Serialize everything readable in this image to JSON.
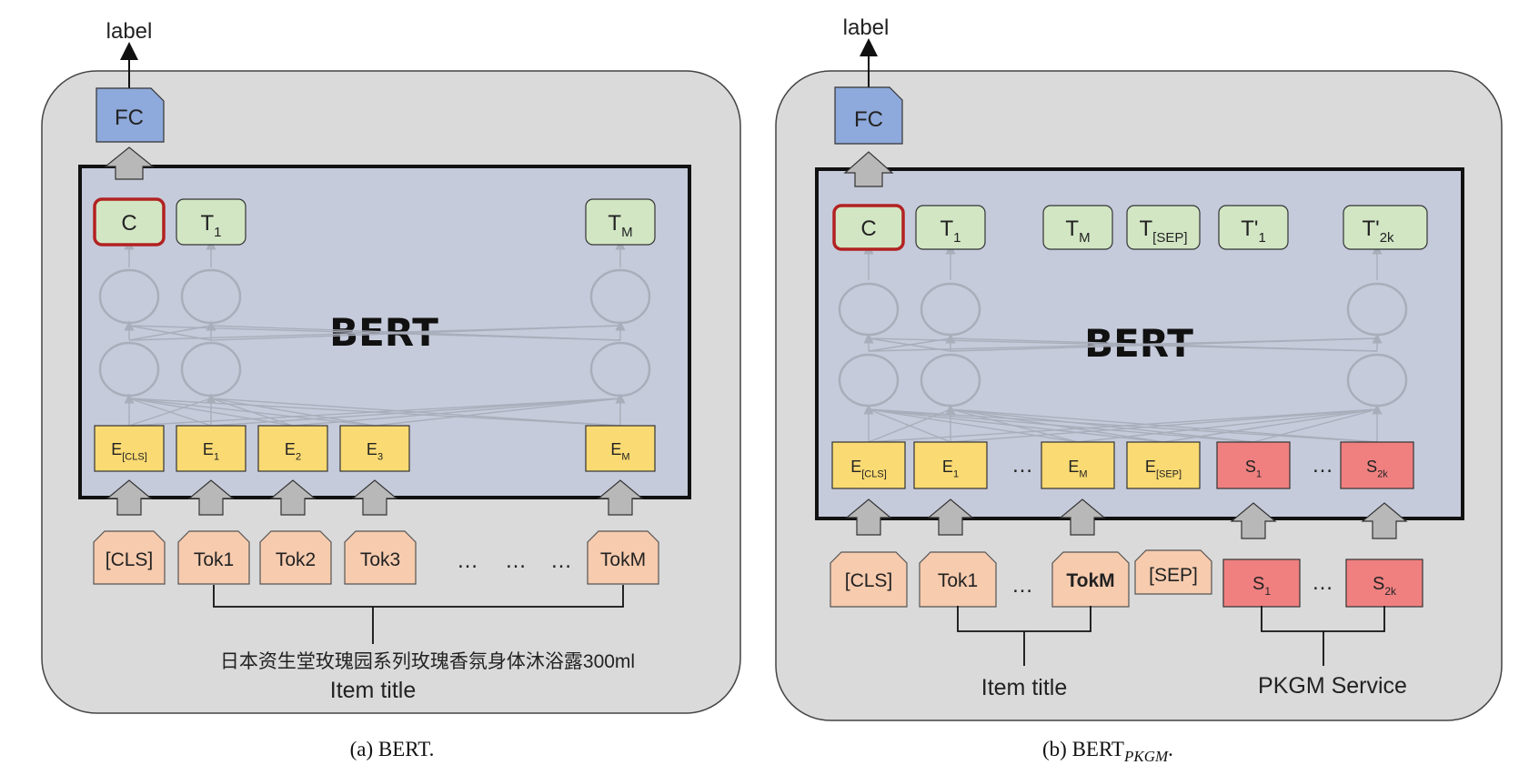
{
  "colors": {
    "panel_bg": "#dadada",
    "bert_bg": "#c6cbdb",
    "fc_fill": "#8ea9db",
    "output_fill": "#d2e6c4",
    "embed_fill": "#fada73",
    "token_fill": "#f7cbae",
    "service_fill": "#f08080",
    "highlight_border": "#b22222",
    "arrow_fill": "#b8b8b8",
    "net_line": "#a9aebb"
  },
  "icons": [
    "pentagon-token-shape",
    "block-arrow-up",
    "neuron-circle"
  ],
  "panel_a": {
    "label": "label",
    "fc": "FC",
    "bert": "BERT",
    "outputs": [
      {
        "main": "C",
        "sub": ""
      },
      {
        "main": "T",
        "sub": "1"
      },
      {
        "main": "T",
        "sub": "M"
      }
    ],
    "embeddings": [
      {
        "main": "E",
        "sub": "[CLS]"
      },
      {
        "main": "E",
        "sub": "1"
      },
      {
        "main": "E",
        "sub": "2"
      },
      {
        "main": "E",
        "sub": "3"
      },
      {
        "main": "E",
        "sub": "M"
      }
    ],
    "tokens": [
      "[CLS]",
      "Tok1",
      "Tok2",
      "Tok3",
      "TokM"
    ],
    "ellipses": [
      "…",
      "…",
      "…"
    ],
    "title_text": "日本资生堂玫瑰园系列玫瑰香氛身体沐浴露300ml",
    "group_label": "Item title",
    "caption": "(a)  BERT."
  },
  "panel_b": {
    "label": "label",
    "fc": "FC",
    "bert": "BERT",
    "outputs": [
      {
        "main": "C",
        "sub": ""
      },
      {
        "main": "T",
        "sub": "1"
      },
      {
        "main": "T",
        "sub": "M"
      },
      {
        "main": "T",
        "sub": "[SEP]"
      },
      {
        "main": "T'",
        "sub": "1"
      },
      {
        "main": "T'",
        "sub": "2k"
      }
    ],
    "embeddings": [
      {
        "main": "E",
        "sub": "[CLS]"
      },
      {
        "main": "E",
        "sub": "1"
      },
      {
        "main": "E",
        "sub": "M"
      },
      {
        "main": "E",
        "sub": "[SEP]"
      },
      {
        "main": "S",
        "sub": "1"
      },
      {
        "main": "S",
        "sub": "2k"
      }
    ],
    "embed_ellipses": [
      "…",
      "…"
    ],
    "tokens": [
      "[CLS]",
      "Tok1",
      "TokM",
      "[SEP]"
    ],
    "service_tokens": [
      {
        "main": "S",
        "sub": "1"
      },
      {
        "main": "S",
        "sub": "2k"
      }
    ],
    "token_ellipses": [
      "…",
      "…"
    ],
    "group_label_1": "Item title",
    "group_label_2": "PKGM Service",
    "caption_main": "(b)  BERT",
    "caption_sub": "PKGM",
    "caption_end": "."
  }
}
